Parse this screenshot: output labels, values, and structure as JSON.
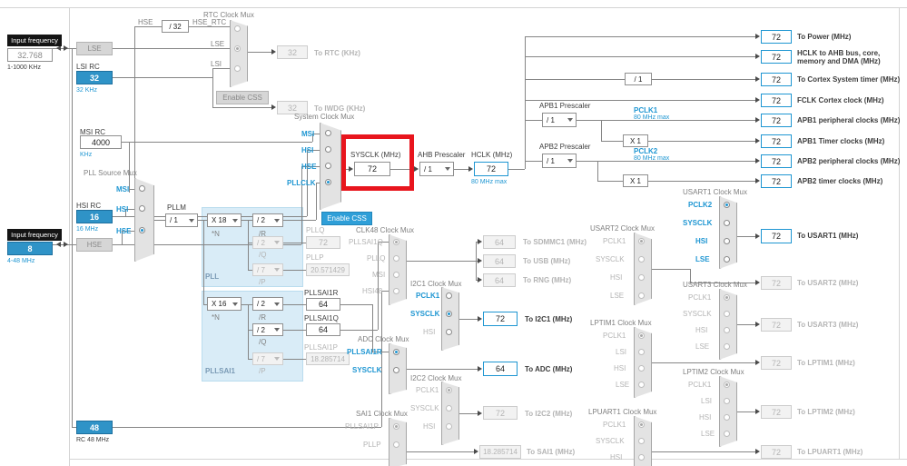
{
  "left": {
    "input_freq_top": {
      "title": "Input frequency",
      "value": "32.768",
      "range": "1-1000 KHz"
    },
    "lse_label": "LSE",
    "lsi_title": "LSI RC",
    "lsi_value": "32",
    "lsi_unit": "32 KHz",
    "msi_title": "MSI RC",
    "msi_value": "4000",
    "msi_unit": "KHz",
    "hsi_title": "HSI RC",
    "hsi_value": "16",
    "hsi_unit": "16 MHz",
    "input_freq_bottom": {
      "title": "Input frequency",
      "value": "8",
      "range": "4-48 MHz"
    },
    "hse_label": "HSE",
    "rc48_value": "48",
    "rc48_label": "RC 48 MHz"
  },
  "rtc": {
    "title": "RTC Clock Mux",
    "hse_tap": "HSE",
    "divider": "/ 32",
    "hse_rtc_label": "HSE_RTC",
    "lse_label": "LSE",
    "lsi_label": "LSI",
    "rtc_value": "32",
    "rtc_label": "To RTC (KHz)",
    "css_button": "Enable CSS",
    "iwdg_value": "32",
    "iwdg_label": "To IWDG (KHz)"
  },
  "pllsrc": {
    "title": "PLL Source Mux",
    "inputs": [
      "MSI",
      "HSI",
      "HSE"
    ],
    "pllm_label": "PLLM",
    "pllm_value": "/ 1"
  },
  "pll": {
    "name": "PLL",
    "n_value": "X 18",
    "n_label": "*N",
    "r_value": "/ 2",
    "r_label": "/R",
    "q_value": "/ 2",
    "q_label": "/Q",
    "pllq_label": "PLLQ",
    "pllq_value": "72",
    "p_value": "/ 7",
    "p_label": "/P",
    "pllp_label": "PLLP",
    "pllp_value": "20.571429"
  },
  "pllsai1": {
    "name": "PLLSAI1",
    "n_value": "X 16",
    "n_label": "*N",
    "r_value": "/ 2",
    "r_label": "/R",
    "r_out_label": "PLLSAI1R",
    "r_out_value": "64",
    "q_value": "/ 2",
    "q_label": "/Q",
    "q_out_label": "PLLSAI1Q",
    "q_out_value": "64",
    "p_value": "/ 7",
    "p_label": "/P",
    "p_out_label": "PLLSAI1P",
    "p_out_value": "18.285714"
  },
  "sysmux": {
    "title": "System Clock Mux",
    "inputs": [
      "MSI",
      "HSI",
      "HSE",
      "PLLCLK"
    ]
  },
  "sysclk": {
    "label": "SYSCLK (MHz)",
    "value": "72"
  },
  "css_button": "Enable CSS",
  "ahb": {
    "label": "AHB Prescaler",
    "value": "/ 1"
  },
  "hclk": {
    "label": "HCLK (MHz)",
    "value": "72",
    "max": "80 MHz max"
  },
  "cortex_divider": "/ 1",
  "apb1": {
    "label": "APB1 Prescaler",
    "value": "/ 1",
    "pclk_label": "PCLK1",
    "pclk_max": "80 MHz max",
    "mult": "X 1"
  },
  "apb2": {
    "label": "APB2 Prescaler",
    "value": "/ 1",
    "pclk_label": "PCLK2",
    "pclk_max": "80 MHz max",
    "mult": "X 1"
  },
  "outputs": [
    {
      "value": "72",
      "label": "To Power (MHz)"
    },
    {
      "value": "72",
      "label": "HCLK to AHB bus, core, memory and DMA (MHz)"
    },
    {
      "value": "72",
      "label": "To Cortex System timer (MHz)"
    },
    {
      "value": "72",
      "label": "FCLK Cortex clock (MHz)"
    },
    {
      "value": "72",
      "label": "APB1 peripheral clocks (MHz)"
    },
    {
      "value": "72",
      "label": "APB1 Timer clocks (MHz)"
    },
    {
      "value": "72",
      "label": "APB2 peripheral clocks (MHz)"
    },
    {
      "value": "72",
      "label": "APB2 timer clocks (MHz)"
    }
  ],
  "clk48": {
    "title": "CLK48 Clock Mux",
    "inputs": [
      "PLLSAI1Q",
      "PLLQ",
      "MSI",
      "HSI48"
    ],
    "outputs": [
      {
        "value": "64",
        "label": "To SDMMC1 (MHz)"
      },
      {
        "value": "64",
        "label": "To USB (MHz)"
      },
      {
        "value": "64",
        "label": "To RNG (MHz)"
      }
    ]
  },
  "i2c1": {
    "title": "I2C1 Clock Mux",
    "inputs": [
      "PCLK1",
      "SYSCLK",
      "HSI"
    ],
    "value": "72",
    "label": "To I2C1 (MHz)"
  },
  "adc": {
    "title": "ADC Clock Mux",
    "inputs": [
      "PLLSAI1R",
      "SYSCLK"
    ],
    "value": "64",
    "label": "To ADC (MHz)"
  },
  "i2c2": {
    "title": "I2C2 Clock Mux",
    "inputs": [
      "PCLK1",
      "SYSCLK",
      "HSI"
    ],
    "value": "72",
    "label": "To I2C2 (MHz)"
  },
  "sai1": {
    "title": "SAI1 Clock Mux",
    "inputs": [
      "PLLSAI1P",
      "PLLP"
    ],
    "value": "18.285714",
    "label": "To SAI1 (MHz)"
  },
  "usart1": {
    "title": "USART1 Clock Mux",
    "inputs": [
      "PCLK2",
      "SYSCLK",
      "HSI",
      "LSE"
    ],
    "value": "72",
    "label": "To USART1 (MHz)"
  },
  "usart2": {
    "title": "USART2 Clock Mux",
    "inputs": [
      "PCLK1",
      "SYSCLK",
      "HSI",
      "LSE"
    ],
    "value": "72",
    "label": "To USART2 (MHz)"
  },
  "usart3": {
    "title": "USART3 Clock Mux",
    "inputs": [
      "PCLK1",
      "SYSCLK",
      "HSI",
      "LSE"
    ],
    "value": "72",
    "label": "To USART3 (MHz)"
  },
  "lptim1": {
    "title": "LPTIM1 Clock Mux",
    "inputs": [
      "PCLK1",
      "LSI",
      "HSI",
      "LSE"
    ],
    "value": "72",
    "label": "To LPTIM1 (MHz)"
  },
  "lptim2": {
    "title": "LPTIM2 Clock Mux",
    "inputs": [
      "PCLK1",
      "LSI",
      "HSI",
      "LSE"
    ],
    "value": "72",
    "label": "To LPTIM2 (MHz)"
  },
  "lpuart1": {
    "title": "LPUART1 Clock Mux",
    "inputs": [
      "PCLK1",
      "SYSCLK",
      "HSI"
    ],
    "value": "72",
    "label": "To LPUART1 (MHz)"
  }
}
